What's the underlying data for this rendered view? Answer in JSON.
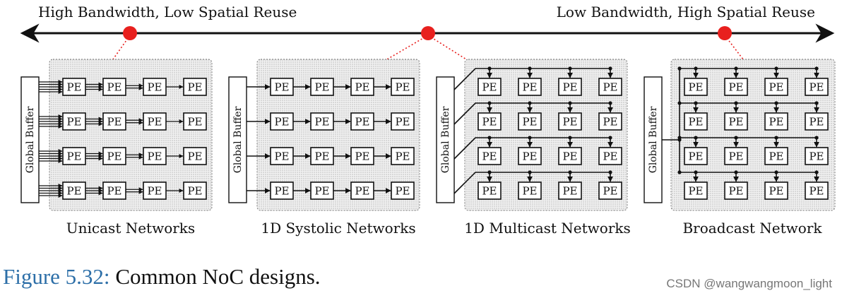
{
  "axis": {
    "left_label": "High Bandwidth, Low Spatial Reuse",
    "right_label": "Low Bandwidth, High Spatial Reuse"
  },
  "pe_label": "PE",
  "buffer_label": "Global Buffer",
  "networks": [
    {
      "id": "unicast",
      "label": "Unicast Networks"
    },
    {
      "id": "systolic",
      "label": "1D Systolic Networks"
    },
    {
      "id": "multicast",
      "label": "1D Multicast Networks"
    },
    {
      "id": "broadcast",
      "label": "Broadcast Network"
    }
  ],
  "caption": {
    "figure": "Figure 5.32:",
    "text": "Common NoC designs."
  },
  "watermark": "CSDN @wangwangmoon_light",
  "colors": {
    "marker": "#e8201e",
    "caption_blue": "#2d6fa8",
    "ink": "#111111"
  }
}
